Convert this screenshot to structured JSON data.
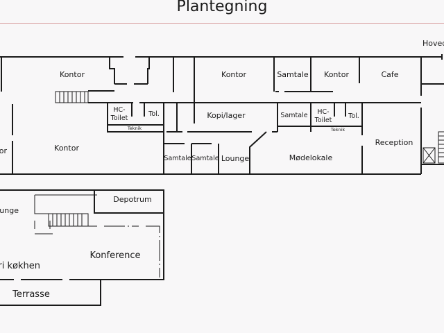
{
  "title": "Plantegning",
  "upper_floor": {
    "rooms": {
      "kontor_1": "Kontor",
      "kontor_2": "Kontor",
      "kontor_left_edge": "Kontor",
      "hc_toilet_1_line1": "HC-",
      "hc_toilet_1_line2": "Toilet",
      "tol_1": "Tol.",
      "teknik_1": "Teknik",
      "samtale_1": "Samtale",
      "samtale_2": "Samtale",
      "lounge": "Lounge",
      "kontor_3": "Kontor",
      "kopi_lager": "Kopi/lager",
      "samtale_3": "Samtale",
      "kontor_4": "Kontor",
      "cafe": "Cafe",
      "samtale_4": "Samtale",
      "hc_toilet_2_line1": "HC-",
      "hc_toilet_2_line2": "Toilet",
      "tol_2": "Tol.",
      "teknik_2": "Teknik",
      "modelokale": "Mødelokale",
      "reception": "Reception",
      "hovedindgang": "Hoved"
    }
  },
  "lower_floor": {
    "rooms": {
      "lounge": "unge",
      "depotrum": "Depotrum",
      "konference": "Konference",
      "kokken": "ri køkhen",
      "terrasse": "Terrasse"
    }
  }
}
